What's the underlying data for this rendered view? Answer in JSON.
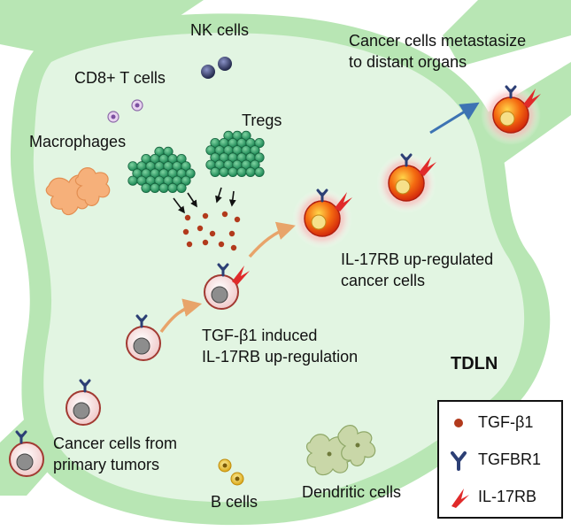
{
  "labels": {
    "nk_cells": "NK cells",
    "cd8_t_cells": "CD8+ T cells",
    "macrophages": "Macrophages",
    "tregs": "Tregs",
    "metastasize_line1": "Cancer cells metastasize",
    "metastasize_line2": "to distant organs",
    "upregulated_line1": "IL-17RB up-regulated",
    "upregulated_line2": "cancer cells",
    "induced_line1": "TGF-β1 induced",
    "induced_line2": "IL-17RB up-regulation",
    "tdln": "TDLN",
    "primary_line1": "Cancer cells from",
    "primary_line2": "primary tumors",
    "b_cells": "B cells",
    "dendritic_cells": "Dendritic cells"
  },
  "legend": {
    "items": [
      {
        "label": "TGF-β1",
        "icon": "dot-icon"
      },
      {
        "label": "TGFBR1",
        "icon": "receptor-y-icon"
      },
      {
        "label": "IL-17RB",
        "icon": "receptor-red-icon"
      }
    ]
  },
  "colors": {
    "node_fill": "#dff3df",
    "node_border": "#a9dca6",
    "vessel": "#b8e6b4",
    "cancer_red": "#e03a12",
    "cancer_glow": "#f7b1b1",
    "treg_green": "#36a36f",
    "tgf_dot": "#b23a1c",
    "receptor_blue": "#2c3f75",
    "arrow_orange": "#e8a46a",
    "arrow_blue": "#3d73b3"
  }
}
